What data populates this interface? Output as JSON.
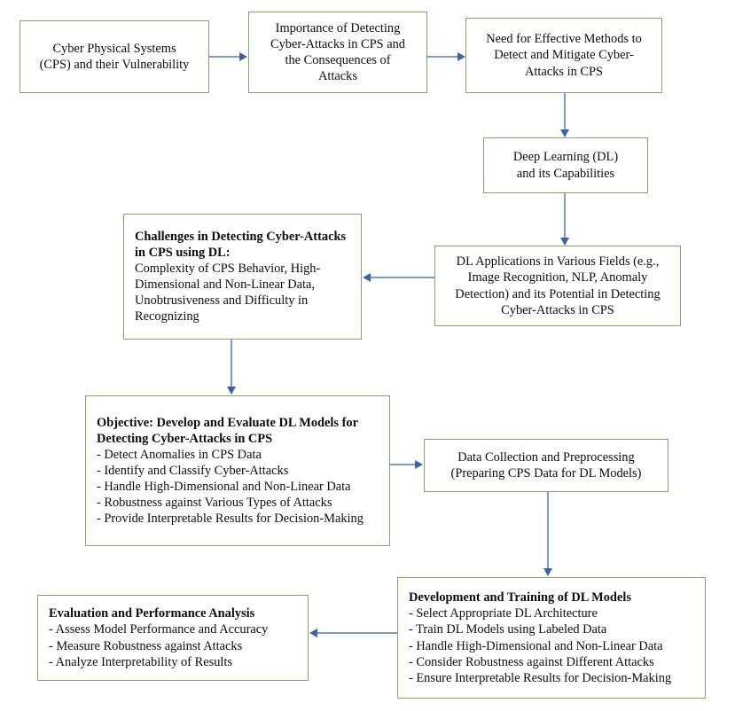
{
  "diagram": {
    "type": "flowchart",
    "title": "Research flow for Deep Learning based Cyber-Attack Detection in Cyber Physical Systems",
    "colors": {
      "node_border": "#7FA962",
      "node_background": "#FFFFFF",
      "connector_line": "#7E9BCB",
      "arrow_head": "#3E62A8",
      "text": "#0D0D0D"
    },
    "nodes": [
      {
        "id": "cps-vulnerability",
        "align": "center",
        "lines": [
          "Cyber Physical Systems",
          "(CPS) and their Vulnerability"
        ]
      },
      {
        "id": "importance-detecting",
        "align": "center",
        "lines": [
          "Importance of Detecting",
          "Cyber-Attacks in CPS and",
          "the Consequences of",
          "Attacks"
        ]
      },
      {
        "id": "need-effective-methods",
        "align": "center",
        "lines": [
          "Need for Effective Methods to",
          "Detect and Mitigate Cyber-",
          "Attacks in CPS"
        ]
      },
      {
        "id": "deep-learning-capabilities",
        "align": "center",
        "lines": [
          "Deep Learning (DL)",
          "and its Capabilities"
        ]
      },
      {
        "id": "dl-applications",
        "align": "center",
        "lines": [
          "DL Applications in Various Fields (e.g.,",
          "Image Recognition, NLP, Anomaly",
          "Detection) and its Potential in Detecting",
          "Cyber-Attacks in CPS"
        ]
      },
      {
        "id": "challenges",
        "align": "left",
        "title": "Challenges in Detecting Cyber-Attacks in CPS using DL:",
        "lines": [
          "Complexity of CPS Behavior, High-Dimensional and Non-Linear Data, Unobtrusiveness and Difficulty in Recognizing"
        ]
      },
      {
        "id": "objective",
        "align": "left",
        "title": "Objective: Develop and Evaluate DL Models for Detecting Cyber-Attacks in CPS",
        "bullets": [
          "- Detect Anomalies in CPS Data",
          "- Identify and Classify Cyber-Attacks",
          "- Handle High-Dimensional and Non-Linear Data",
          "- Robustness against Various Types of Attacks",
          "- Provide Interpretable Results for Decision-Making"
        ]
      },
      {
        "id": "data-collection",
        "align": "center",
        "lines": [
          "Data Collection and Preprocessing",
          "(Preparing CPS Data for DL Models)"
        ]
      },
      {
        "id": "development-training",
        "align": "left",
        "title": "Development and Training of DL Models",
        "bullets": [
          "- Select Appropriate DL Architecture",
          "- Train DL Models using Labeled Data",
          "- Handle High-Dimensional and Non-Linear Data",
          "- Consider Robustness against Different Attacks",
          "- Ensure Interpretable Results for Decision-Making"
        ]
      },
      {
        "id": "evaluation",
        "align": "left",
        "title": "Evaluation and Performance Analysis",
        "bullets": [
          "- Assess Model Performance and Accuracy",
          "- Measure Robustness against Attacks",
          "- Analyze Interpretability of Results"
        ]
      }
    ],
    "edges": [
      {
        "from": "cps-vulnerability",
        "to": "importance-detecting",
        "direction": "right"
      },
      {
        "from": "importance-detecting",
        "to": "need-effective-methods",
        "direction": "right"
      },
      {
        "from": "need-effective-methods",
        "to": "deep-learning-capabilities",
        "direction": "down"
      },
      {
        "from": "deep-learning-capabilities",
        "to": "dl-applications",
        "direction": "down"
      },
      {
        "from": "dl-applications",
        "to": "challenges",
        "direction": "left"
      },
      {
        "from": "challenges",
        "to": "objective",
        "direction": "down"
      },
      {
        "from": "objective",
        "to": "data-collection",
        "direction": "right"
      },
      {
        "from": "data-collection",
        "to": "development-training",
        "direction": "down"
      },
      {
        "from": "development-training",
        "to": "evaluation",
        "direction": "left"
      }
    ]
  }
}
